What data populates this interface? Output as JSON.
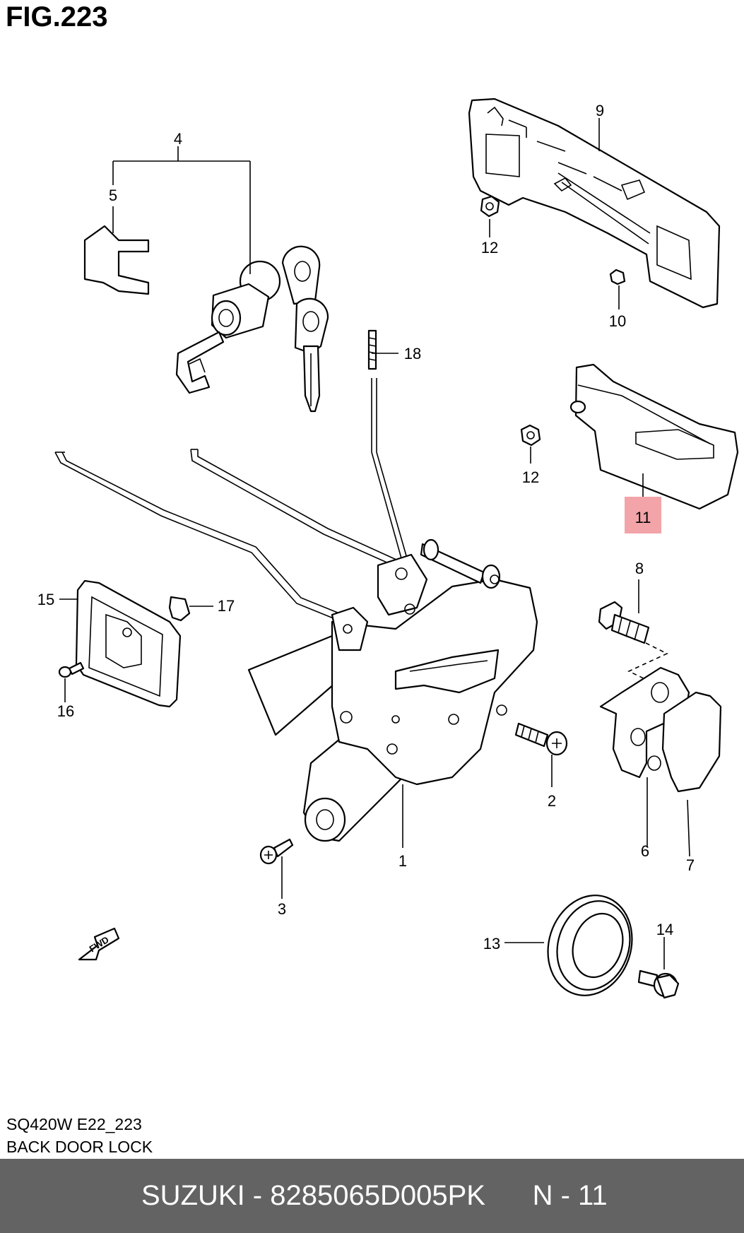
{
  "figure": {
    "title": "FIG.223"
  },
  "callouts": [
    "1",
    "2",
    "3",
    "4",
    "5",
    "6",
    "7",
    "8",
    "9",
    "10",
    "11",
    "12",
    "12",
    "13",
    "14",
    "15",
    "16",
    "17",
    "18"
  ],
  "highlighted_callout": "11",
  "fwd_label": "FWD",
  "caption": {
    "model_code": "SQ420W E22_223",
    "section_name": "BACK DOOR LOCK"
  },
  "footer": {
    "part_info": "SUZUKI - 8285065D005PK      N - 11"
  },
  "colors": {
    "highlight": "#f2a4a8",
    "footer_bg": "#636363",
    "footer_text": "#ffffff"
  }
}
